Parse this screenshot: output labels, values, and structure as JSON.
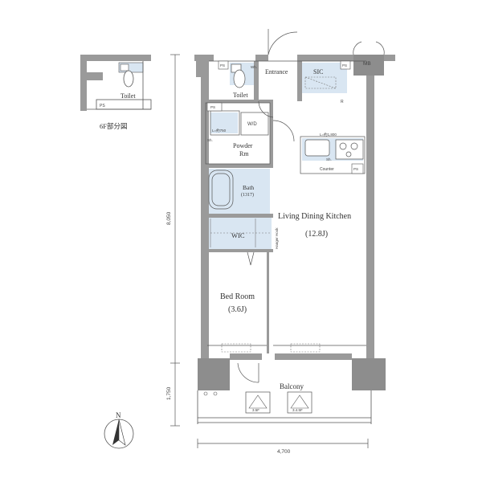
{
  "partial_plan": {
    "toilet": "Toilet",
    "ps": "PS",
    "caption": "6F部分図"
  },
  "rooms": {
    "entrance": "Entrance",
    "sic": "SIC",
    "mb": "MB",
    "ps_top": "PS",
    "ps_toilet": "PS",
    "ps_left": "PS",
    "ps_counter": "PS",
    "toilet": "Toilet",
    "wd": "W/D",
    "powder_room_1": "Powder",
    "powder_room_2": "Rm",
    "bath_1": "Bath",
    "bath_2": "(1317)",
    "wic": "WIC",
    "hanger_hook": "Hanger Hook",
    "ldk_name": "Living Dining Kitchen",
    "ldk_size": "(12.8J)",
    "bedroom_name": "Bed Room",
    "bedroom_size": "(3.6J)",
    "balcony": "Balcony",
    "counter": "Counter",
    "kitchen_length": "L=約1,800",
    "vanity_length": "L=約750",
    "mark_r": "R",
    "mark_sh": "Sh.",
    "mark_sh2": "Sh.",
    "mark_wh": "Wh."
  },
  "dimensions": {
    "height_main": "8,050",
    "height_balcony": "1,750",
    "width": "4,700"
  },
  "balcony_marks": {
    "left": "3.5F",
    "right": "3.4.5F"
  },
  "compass": {
    "north": "N"
  },
  "colors": {
    "wall": "#9a9a9a",
    "wall_dark": "#7d7d7d",
    "wet_area": "#d9e6f2",
    "line": "#555555"
  }
}
